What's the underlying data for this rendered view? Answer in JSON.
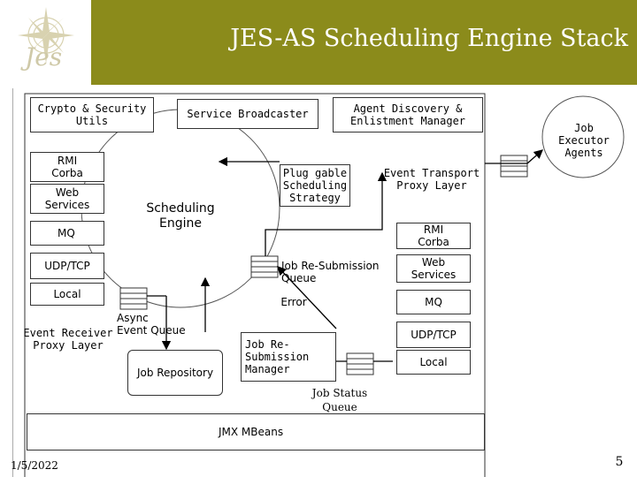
{
  "slide": {
    "title": "JES-AS Scheduling Engine Stack",
    "logo_text": "Jes",
    "date": "1/5/2022",
    "page_number": "5"
  },
  "diagram": {
    "crypto_security": "Crypto & Security\nUtils",
    "service_broadcaster": "Service Broadcaster",
    "agent_discovery": "Agent Discovery &\nEnlistment Manager",
    "job_executor_agents": "Job\nExecutor\nAgents",
    "left_stack": [
      "RMI\nCorba",
      "Web\nServices",
      "MQ",
      "UDP/TCP",
      "Local"
    ],
    "scheduling_engine": "Scheduling\nEngine",
    "pluggable_strategy": "Plug gable\nScheduling\nStrategy",
    "event_transport_proxy": "Event Transport\nProxy Layer",
    "right_stack": [
      "RMI\nCorba",
      "Web\nServices",
      "MQ",
      "UDP/TCP",
      "Local"
    ],
    "job_resubmission_queue": "Job Re-Submission\nQueue",
    "error_label": "Error",
    "async_event_queue": "Async\nEvent Queue",
    "event_receiver_proxy": "Event Receiver\nProxy Layer",
    "job_repository": "Job Repository",
    "job_resubmission_manager": "Job Re-\nSubmission\nManager",
    "job_status_queue": "Job Status\nQueue",
    "jmx_mbeans": "JMX MBeans"
  }
}
